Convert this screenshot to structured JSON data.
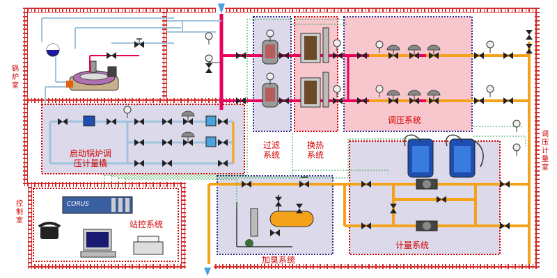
{
  "labels": {
    "boiler_room": "锅炉室",
    "control_room": "控制室",
    "meter_room": "调压计量室",
    "boiler_pressure_skid": [
      "启动锅炉调",
      "压计量橇"
    ],
    "station_control": "站控系统",
    "filter": [
      "过滤",
      "系统"
    ],
    "heat_exchange": [
      "换热",
      "系统"
    ],
    "regulating": "调压系统",
    "metering": "计量系统",
    "odorizing": "加臭系统",
    "corus_brand": "CORUS"
  },
  "colors": {
    "wall": "#d42a2a",
    "gas_main": "#e8005a",
    "gas_out": "#f5a21b",
    "water": "#9fc3dc",
    "signal": "#28a745",
    "zone_border_blue": "#2b2b8c",
    "zone_border_red": "#d40000",
    "zone_fill_pink": "#f7c7cd",
    "zone_fill_grey": "#dcdaea"
  }
}
